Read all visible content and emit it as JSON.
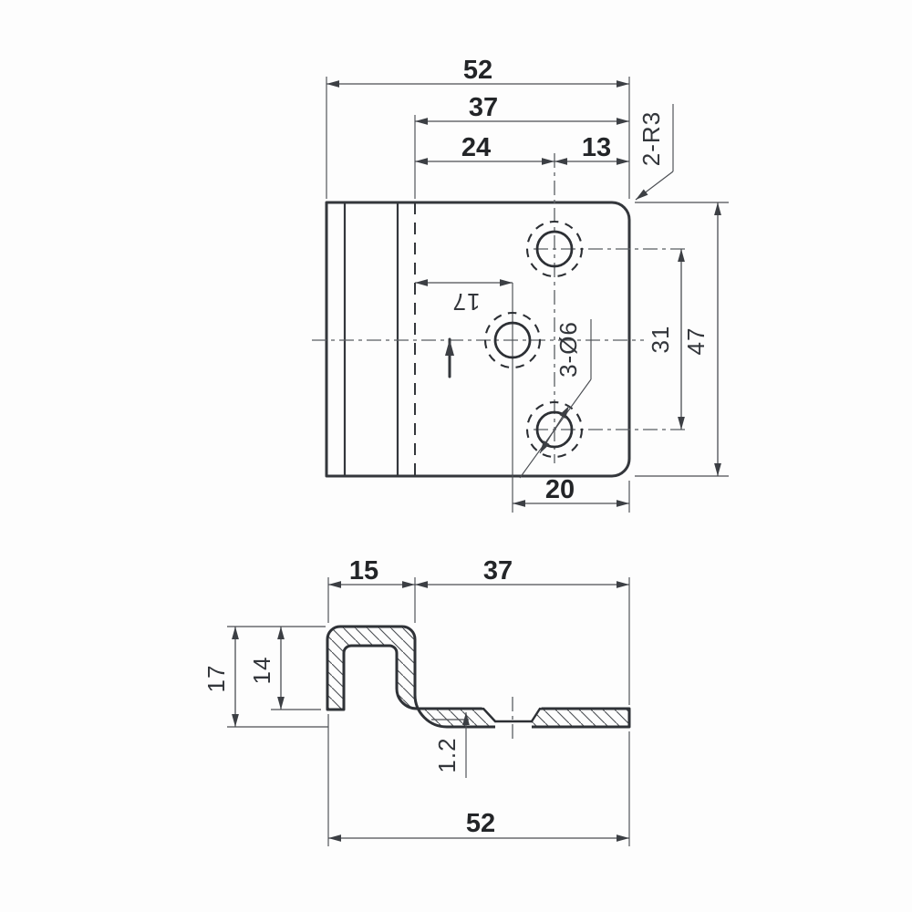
{
  "top_view": {
    "dims": {
      "overall_width": "52",
      "flat_width": "37",
      "hole_col_offset": "24",
      "edge_offset": "13",
      "corner_radius_note": "2-R3",
      "middle_hole_offset": "17",
      "hole_spec": "3-Ø6",
      "hole_pitch": "31",
      "overall_height": "47",
      "middle_hole_to_edge": "20"
    }
  },
  "section_view": {
    "dims": {
      "hook_width": "15",
      "flat_width": "37",
      "outer_height": "17",
      "inner_height": "14",
      "sheet_thickness": "1.2",
      "overall_width": "52"
    }
  },
  "colors": {
    "outline": "#34373c",
    "dimension": "#4b4e53",
    "text": "#232528",
    "background": "#fdfdfd"
  }
}
